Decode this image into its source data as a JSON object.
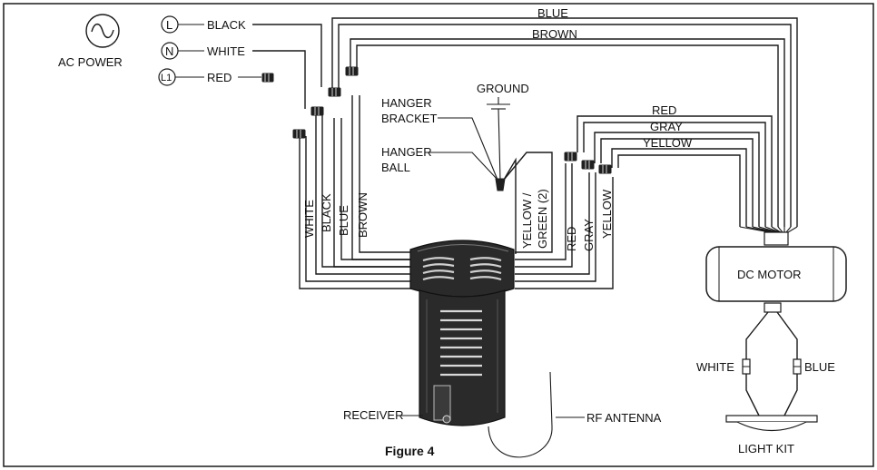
{
  "figure_caption": "Figure 4",
  "source": {
    "label": "AC POWER",
    "terminals": [
      {
        "symbol": "L",
        "wire": "BLACK"
      },
      {
        "symbol": "N",
        "wire": "WHITE"
      },
      {
        "symbol": "L1",
        "wire": "RED"
      }
    ]
  },
  "ground": {
    "label": "GROUND",
    "hanger_bracket": "HANGER\nBRACKET",
    "hanger_ball": "HANGER\nBALL"
  },
  "receiver": {
    "label": "RECEIVER",
    "antenna_label": "RF ANTENNA",
    "input_wires": [
      "WHITE",
      "BLACK",
      "BLUE",
      "BROWN"
    ],
    "ground_wire": "YELLOW /\nGREEN (2)",
    "output_wires": [
      "RED",
      "GRAY",
      "YELLOW"
    ]
  },
  "motor": {
    "label": "DC MOTOR",
    "top_wires": [
      "BLUE",
      "BROWN"
    ],
    "side_wires": [
      "RED",
      "GRAY",
      "YELLOW"
    ]
  },
  "light_kit": {
    "label": "LIGHT KIT",
    "wires": [
      "WHITE",
      "BLUE"
    ]
  }
}
